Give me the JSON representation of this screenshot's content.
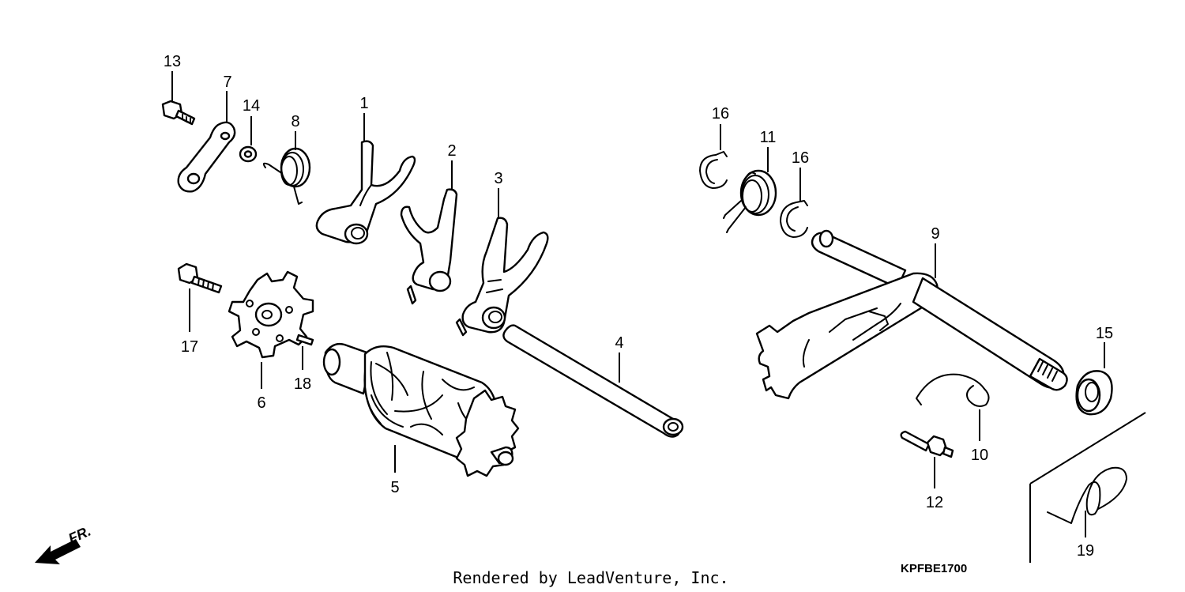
{
  "diagram": {
    "part_numbers": {
      "p1": "1",
      "p2": "2",
      "p3": "3",
      "p4": "4",
      "p5": "5",
      "p6": "6",
      "p7": "7",
      "p8": "8",
      "p9": "9",
      "p10": "10",
      "p11": "11",
      "p12": "12",
      "p13": "13",
      "p14": "14",
      "p15": "15",
      "p16a": "16",
      "p16b": "16",
      "p17": "17",
      "p18": "18",
      "p19": "19"
    },
    "direction_label": "FR.",
    "diagram_code": "KPFBE1700",
    "credit": "Rendered by LeadVenture, Inc."
  }
}
